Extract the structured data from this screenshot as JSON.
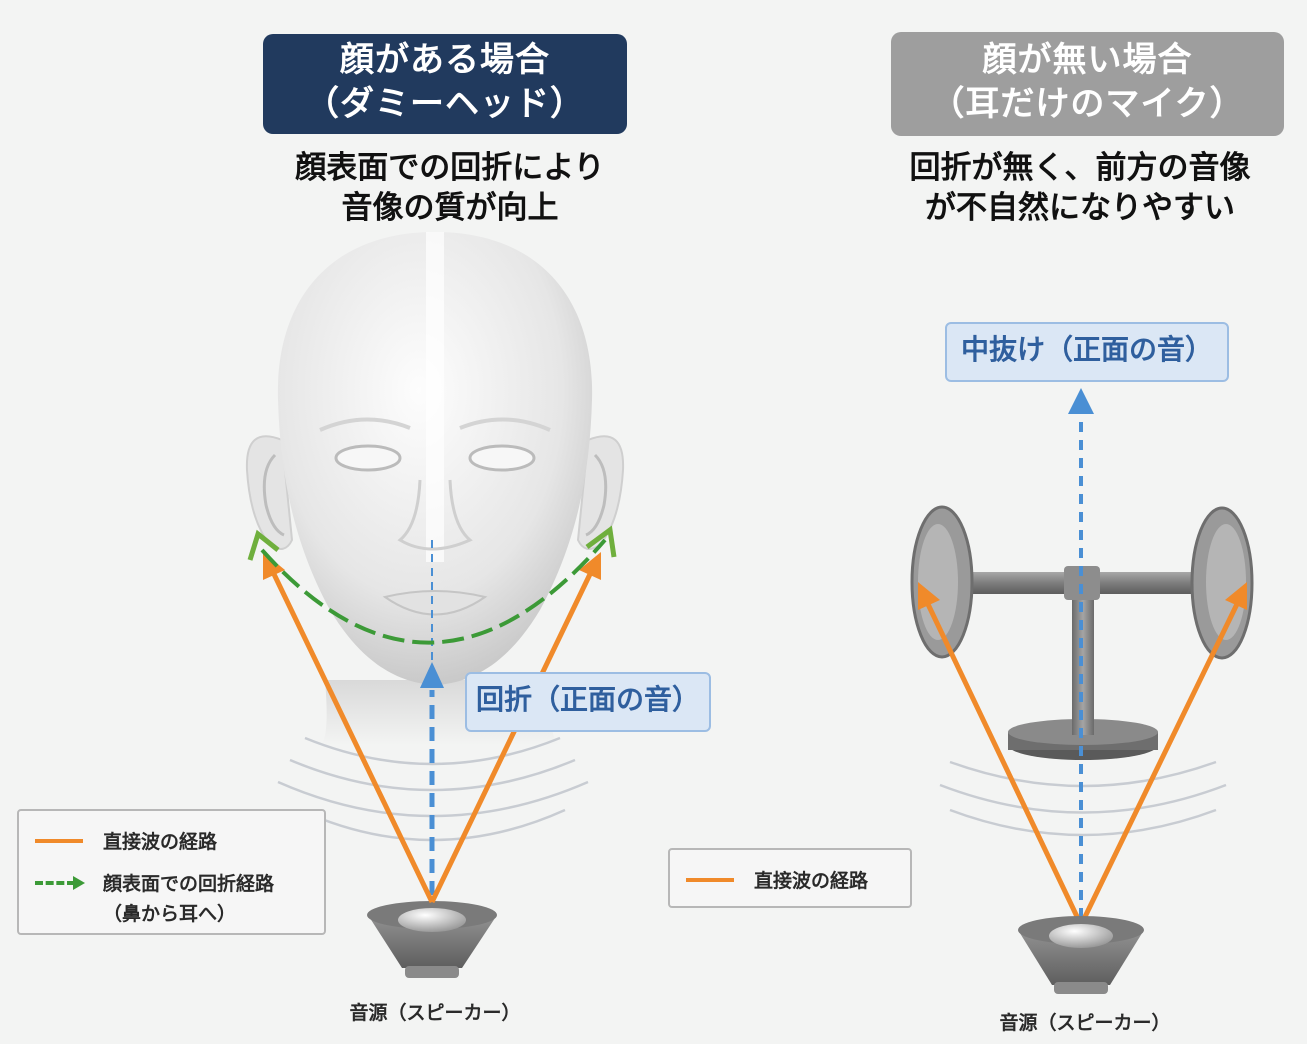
{
  "left_panel": {
    "title_line1": "顔がある場合",
    "title_line2": "（ダミーヘッド）",
    "description_line1": "顔表面での回折により",
    "description_line2": "音像の質が向上",
    "callout": "回折（正面の音）",
    "legend": {
      "direct": "直接波の経路",
      "diffraction": "顔表面での回折経路",
      "diffraction_sub": "（鼻から耳へ）"
    },
    "source": "音源（スピーカー）"
  },
  "right_panel": {
    "title_line1": "顔が無い場合",
    "title_line2": "（耳だけのマイク）",
    "description_line1": "回折が無く、前方の音像",
    "description_line2": "が不自然になりやすい",
    "callout": "中抜け（正面の音）",
    "legend": {
      "direct": "直接波の経路"
    },
    "source": "音源（スピーカー）"
  },
  "colors": {
    "title_left_bg": "#213a5e",
    "title_right_bg": "#9e9e9e",
    "direct_path": "#f08a2a",
    "diffraction_path": "#3c9a37",
    "front_sound": "#4a8fd4"
  },
  "icons": [
    "dummy-head-icon",
    "speaker-icon",
    "ear-microphone-icon",
    "sound-wave-icon"
  ]
}
